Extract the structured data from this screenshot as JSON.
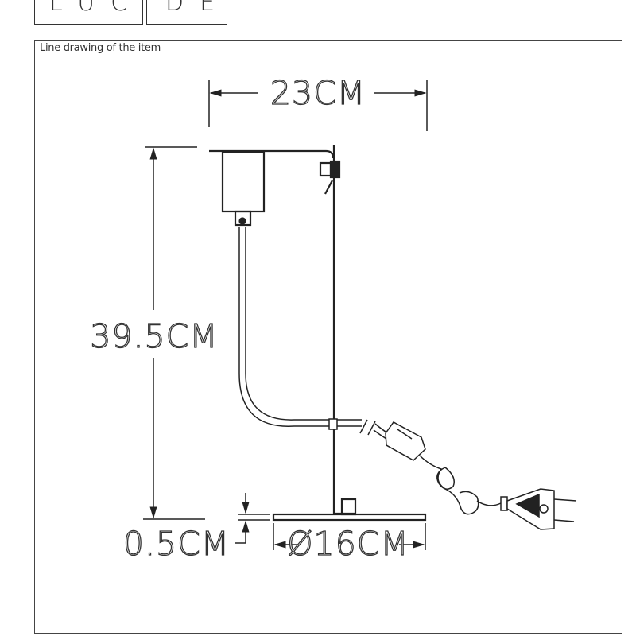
{
  "logo": {
    "text": "LUCIDE",
    "left_part": "LUC",
    "right_part": "DE"
  },
  "drawing": {
    "caption": "Line drawing of the item",
    "dimensions": {
      "width": "23CM",
      "height": "39.5CM",
      "base_thickness": "0.5CM",
      "base_diameter": "Ø16CM"
    }
  }
}
